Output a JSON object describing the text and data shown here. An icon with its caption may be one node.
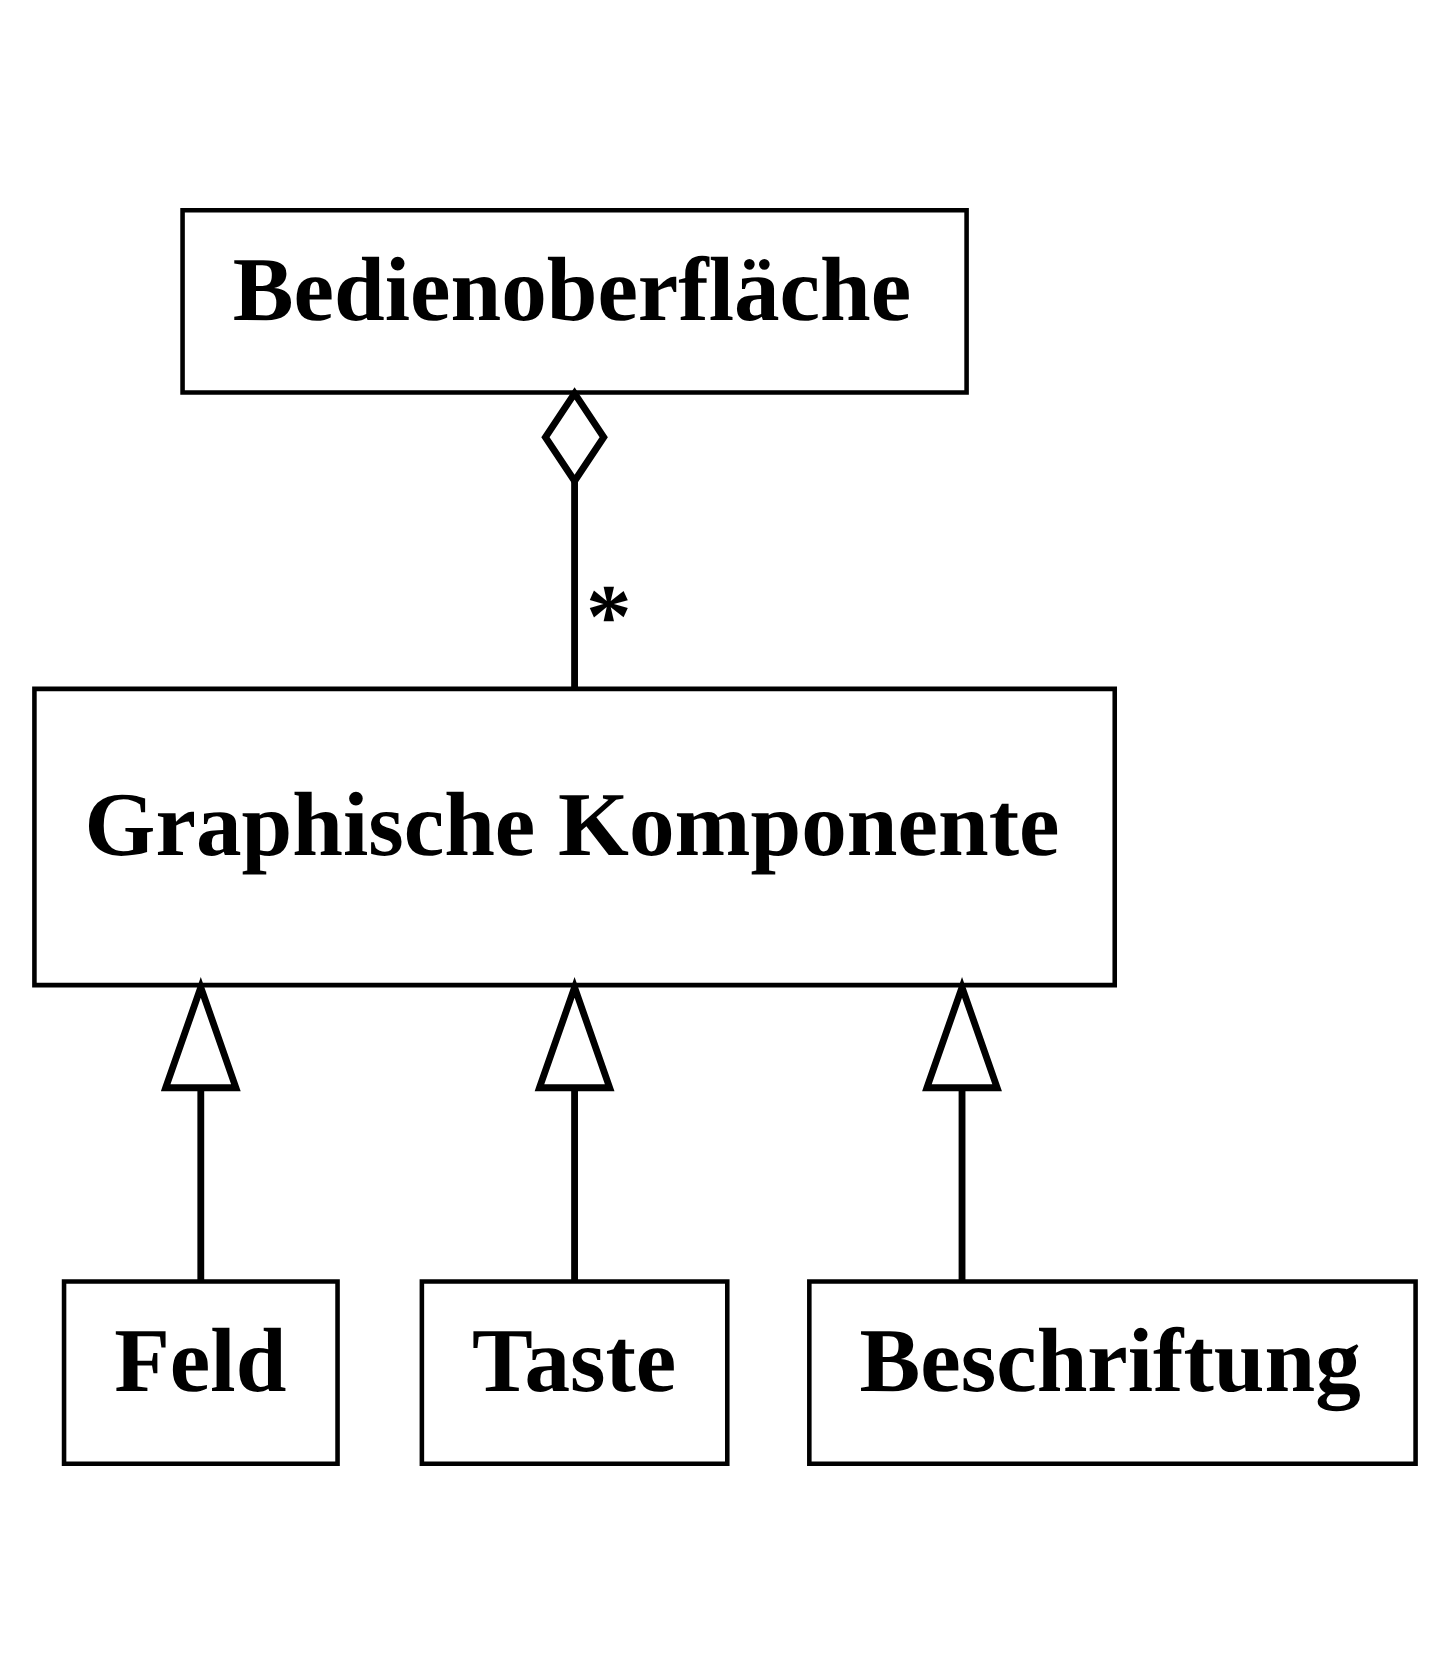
{
  "diagram": {
    "nodes": [
      {
        "text": [
          "Bedienoberfläche"
        ]
      },
      {
        "text": [
          "Graphische Komponente"
        ]
      },
      {
        "text": [
          "Feld"
        ]
      },
      {
        "text": [
          "Taste"
        ]
      },
      {
        "text": [
          "Beschriftung"
        ]
      }
    ],
    "edges": [
      {
        "from": 0,
        "to": 1,
        "arrow": "other",
        "label": "*"
      },
      {
        "from": 2,
        "to": 1,
        "arrow": "to"
      },
      {
        "from": 3,
        "to": 1,
        "arrow": "to"
      },
      {
        "from": 4,
        "to": 1,
        "arrow": "to"
      }
    ]
  }
}
